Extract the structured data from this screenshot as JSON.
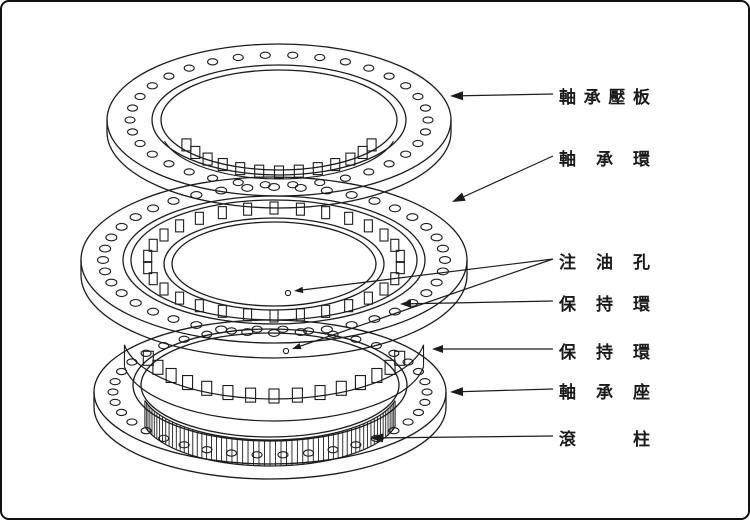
{
  "labels": [
    "軸承壓板",
    "軸承環",
    "注油孔",
    "保持環",
    "保持環",
    "軸承座",
    "滾柱"
  ],
  "colors": {
    "line": "#1c1c1c",
    "background": "#ffffff",
    "label_text": "#1a1a1a"
  }
}
